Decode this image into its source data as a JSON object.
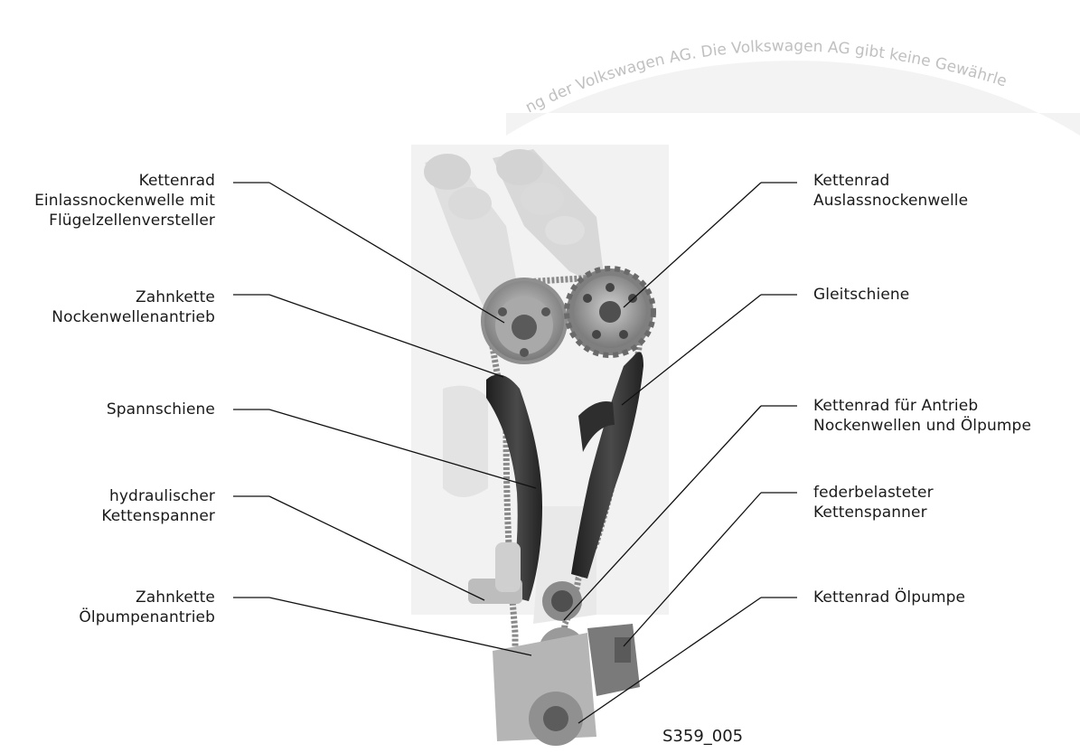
{
  "watermark": "ng der Volkswagen AG. Die Volkswagen AG gibt keine Gewährle",
  "labels": {
    "kettenrad_einlass": "Kettenrad\nEinlassnockenwelle mit\nFlügelzellenversteller",
    "zahnkette_nockenwelle": "Zahnkette\nNockenwellenantrieb",
    "spannschiene": "Spannschiene",
    "hydraulischer_spanner": "hydraulischer\nKettenspanner",
    "zahnkette_oelpumpe": "Zahnkette\nÖlpumpenantrieb",
    "kettenrad_auslass": "Kettenrad\nAuslassnockenwelle",
    "gleitschiene": "Gleitschiene",
    "kettenrad_antrieb": "Kettenrad für Antrieb\nNockenwellen und Ölpumpe",
    "federbelasteter_spanner": "federbelasteter\nKettenspanner",
    "kettenrad_oelpumpe": "Kettenrad Ölpumpe"
  },
  "figure_id": "S359_005",
  "colors": {
    "rail": "#2b2b2b",
    "metal": "#9a9a9a",
    "ghost": "#d9d9d9",
    "leader": "#111111"
  }
}
